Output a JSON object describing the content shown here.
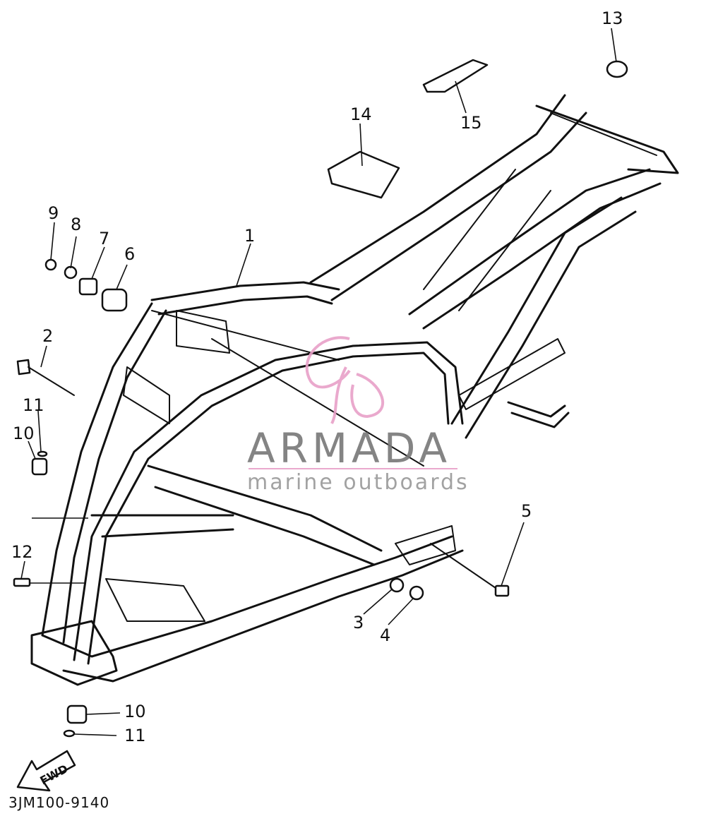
{
  "diagram_code": "3JM100-9140",
  "fwd_label": "FWD",
  "watermark": {
    "title": "ARMADA",
    "subtitle": "marine outboards",
    "title_color": "#777777",
    "accent_color": "#e8a0c8"
  },
  "callouts": [
    "1",
    "2",
    "3",
    "4",
    "5",
    "6",
    "7",
    "8",
    "9",
    "10",
    "11",
    "12",
    "13",
    "14",
    "15",
    "10",
    "11"
  ]
}
